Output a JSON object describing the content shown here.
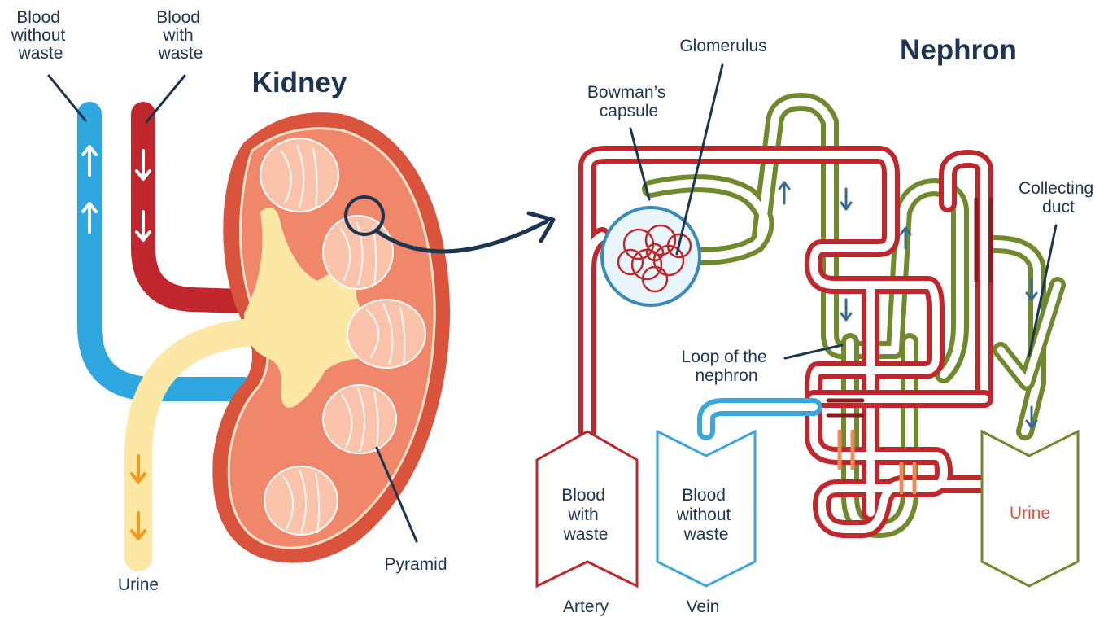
{
  "kidney": {
    "title": "Kidney",
    "label_blood_without_waste": [
      "Blood",
      "without",
      "waste"
    ],
    "label_blood_with_waste": [
      "Blood",
      "with",
      "waste"
    ],
    "label_urine": "Urine",
    "label_pyramid": "Pyramid"
  },
  "nephron": {
    "title": "Nephron",
    "label_glomerulus": "Glomerulus",
    "label_bowmans_capsule": [
      "Bowman’s",
      "capsule"
    ],
    "label_loop": [
      "Loop of the",
      "nephron"
    ],
    "label_collecting_duct": [
      "Collecting",
      "duct"
    ],
    "artery_box": [
      "Blood",
      "with",
      "waste"
    ],
    "vein_box": [
      "Blood",
      "without",
      "waste"
    ],
    "label_artery": "Artery",
    "label_vein": "Vein",
    "urine_box": "Urine"
  },
  "colors": {
    "vein_blue": "#2ea6df",
    "artery_red": "#c0272d",
    "urine_yellow": "#fce7a4",
    "kidney_outer": "#d9533d",
    "kidney_inner": "#f0876a",
    "arrow_orange": "#f39a1d",
    "nephron_red": "#c0272d",
    "nephron_green": "#6f8a2c",
    "nephron_blue": "#3aa6d9",
    "text_navy": "#1c3550"
  }
}
